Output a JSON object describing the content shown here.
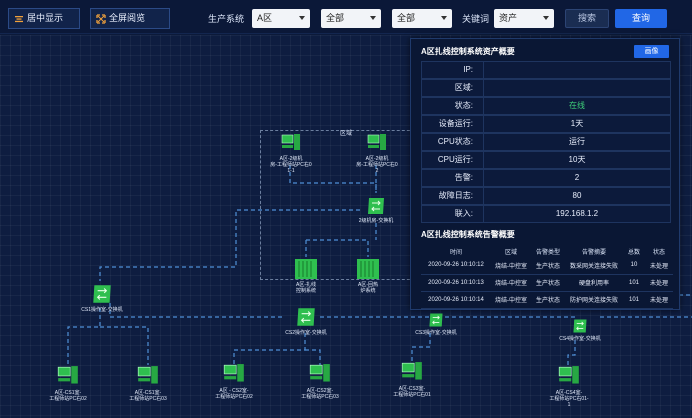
{
  "toolbar": {
    "center_label": "居中显示",
    "fullscreen_label": "全屏阅览",
    "prod_system_label": "生产系统",
    "area_select": "A区",
    "select2": "全部",
    "select3": "全部",
    "keyword_label": "关键词",
    "keyword_select": "资产",
    "search_label": "搜索",
    "query_label": "查询"
  },
  "topology": {
    "region_title": "区域",
    "nodes": [
      {
        "id": "ws1",
        "type": "pc",
        "label": "A区-2级机\n房-工程师站PC右0\n1-1"
      },
      {
        "id": "ws2",
        "type": "pc",
        "label": "A区-2级机\n房-工程师站PC右0\n2"
      },
      {
        "id": "sw_l2",
        "type": "switch",
        "label": "2级机房-交换机"
      },
      {
        "id": "srv1",
        "type": "server",
        "label": "A区-扎线\n控制系统"
      },
      {
        "id": "srv2",
        "type": "server",
        "label": "A区-回热\n炉系统"
      },
      {
        "id": "sw_cs1",
        "type": "switch",
        "label": "CS1操作室-交换机"
      },
      {
        "id": "sw_cs2",
        "type": "switch",
        "label": "CS2操作室-交换机"
      },
      {
        "id": "sw_cs3",
        "type": "switch",
        "label": "CS3操作室-交换机"
      },
      {
        "id": "sw_cs4",
        "type": "switch",
        "label": "CS4操作室-交换机"
      },
      {
        "id": "pc_cs1a",
        "type": "pc",
        "label": "A区-CS1室-\n工程师站PC右02"
      },
      {
        "id": "pc_cs1b",
        "type": "pc",
        "label": "A区-CS1室-\n工程师站PC右03"
      },
      {
        "id": "pc_cs2a",
        "type": "pc",
        "label": "A区 - CS2室-\n工程师站PC右02"
      },
      {
        "id": "pc_cs2b",
        "type": "pc",
        "label": "A区-CS2室-\n工程师站PC右03"
      },
      {
        "id": "pc_cs3a",
        "type": "pc",
        "label": "A区-CS3室-\n工程师站PC右01"
      },
      {
        "id": "pc_cs4a",
        "type": "pc",
        "label": "A区-CS4室-\n工程师站PC右01-\n1"
      }
    ]
  },
  "panel": {
    "title": "A区扎线控制系统资产概要",
    "portrait_label": "画像",
    "rows": [
      {
        "k": "IP:",
        "v": ""
      },
      {
        "k": "区域:",
        "v": ""
      },
      {
        "k": "状态:",
        "v": "在线",
        "status": true
      },
      {
        "k": "设备运行:",
        "v": "1天"
      },
      {
        "k": "CPU状态:",
        "v": "运行"
      },
      {
        "k": "CPU运行:",
        "v": "10天"
      },
      {
        "k": "告警:",
        "v": "2"
      },
      {
        "k": "故障日志:",
        "v": "80"
      },
      {
        "k": "联入:",
        "v": "192.168.1.2"
      }
    ],
    "alarm_title": "A区扎线控制系统告警概要",
    "alarm_columns": [
      "时间",
      "区域",
      "告警类型",
      "告警摘要",
      "总数",
      "状态"
    ],
    "alarm_rows": [
      [
        "2020-09-26 10:10:12",
        "烧结-中控室",
        "生产状态",
        "数采网关连接失败",
        "10",
        "未处理"
      ],
      [
        "2020-09-26 10:10:13",
        "烧结-中控室",
        "生产状态",
        "硬盘利用率",
        "101",
        "未处理"
      ],
      [
        "2020-09-26 10:10:14",
        "烧结-中控室",
        "生产状态",
        "防护网关连接失败",
        "101",
        "未处理"
      ]
    ]
  },
  "colors": {
    "accent": "#2167e6",
    "online": "#3fd17a",
    "node_green": "#2fbf4f"
  }
}
